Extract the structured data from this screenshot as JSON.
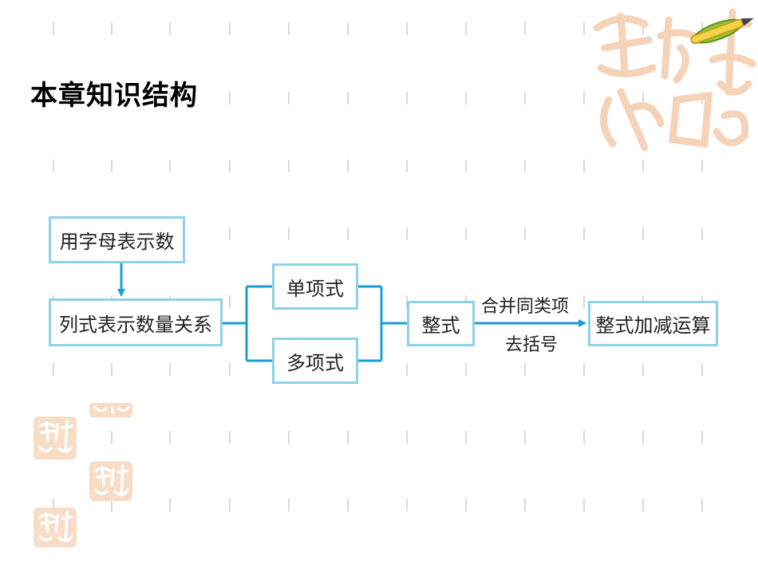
{
  "title": "本章知识结构",
  "nodes": {
    "use_letters": "用字母表示数",
    "express_relations": "列式表示数量关系",
    "monomial": "单项式",
    "polynomial": "多项式",
    "integral_expr": "整式",
    "add_subtract": "整式加减运算"
  },
  "edges": {
    "combine_like_terms": "合并同类项",
    "remove_brackets": "去括号"
  },
  "colors": {
    "box_border": "#8fd1e6",
    "connector": "#1a9fd0",
    "grid_dash": "#d9d9d9",
    "seal": "#f2c9a8"
  }
}
